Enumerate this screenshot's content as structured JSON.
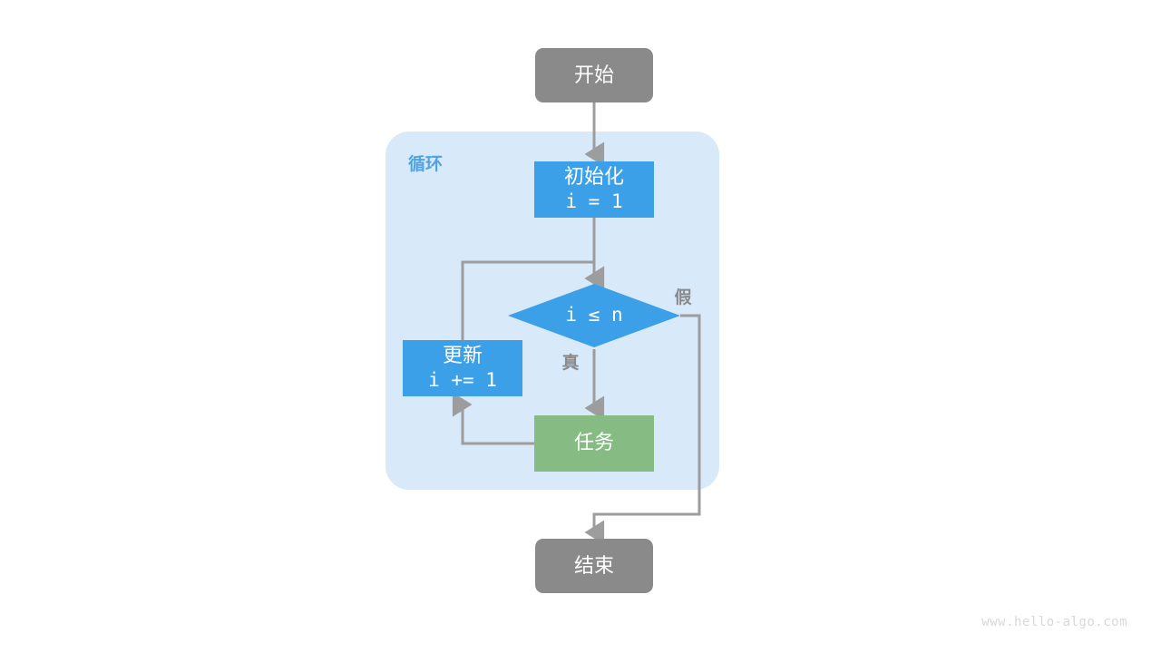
{
  "diagram": {
    "title_watermark": "www.hello-algo.com",
    "groups": [
      {
        "id": "loop-group",
        "label": "循环"
      }
    ],
    "nodes": [
      {
        "id": "start",
        "label": "开始",
        "shape": "rounded-rect",
        "color": "#8a8a8a"
      },
      {
        "id": "init",
        "label": "初始化",
        "label2": "i = 1",
        "shape": "rect",
        "color": "#3ba0e8"
      },
      {
        "id": "cond",
        "label": "i ≤ n",
        "shape": "diamond",
        "color": "#3ba0e8"
      },
      {
        "id": "update",
        "label": "更新",
        "label2": "i += 1",
        "shape": "rect",
        "color": "#3ba0e8"
      },
      {
        "id": "task",
        "label": "任务",
        "shape": "rect",
        "color": "#86bc84"
      },
      {
        "id": "end",
        "label": "结束",
        "shape": "rounded-rect",
        "color": "#8a8a8a"
      }
    ],
    "edges": [
      {
        "id": "edge-start-init",
        "label": ""
      },
      {
        "id": "edge-init-cond",
        "label": ""
      },
      {
        "id": "edge-cond-task",
        "label": "真"
      },
      {
        "id": "edge-cond-end",
        "label": "假"
      },
      {
        "id": "edge-task-update",
        "label": ""
      },
      {
        "id": "edge-update-cond",
        "label": ""
      }
    ],
    "colors": {
      "terminal": "#8a8a8a",
      "process": "#3ba0e8",
      "task": "#86bc84",
      "group_bg": "#d8e9f9",
      "edge": "#9d9d9d",
      "group_label": "#4fa3e3",
      "edge_label": "#8a8a8a",
      "watermark": "#d8d8d8",
      "canvas": "#ffffff"
    }
  }
}
